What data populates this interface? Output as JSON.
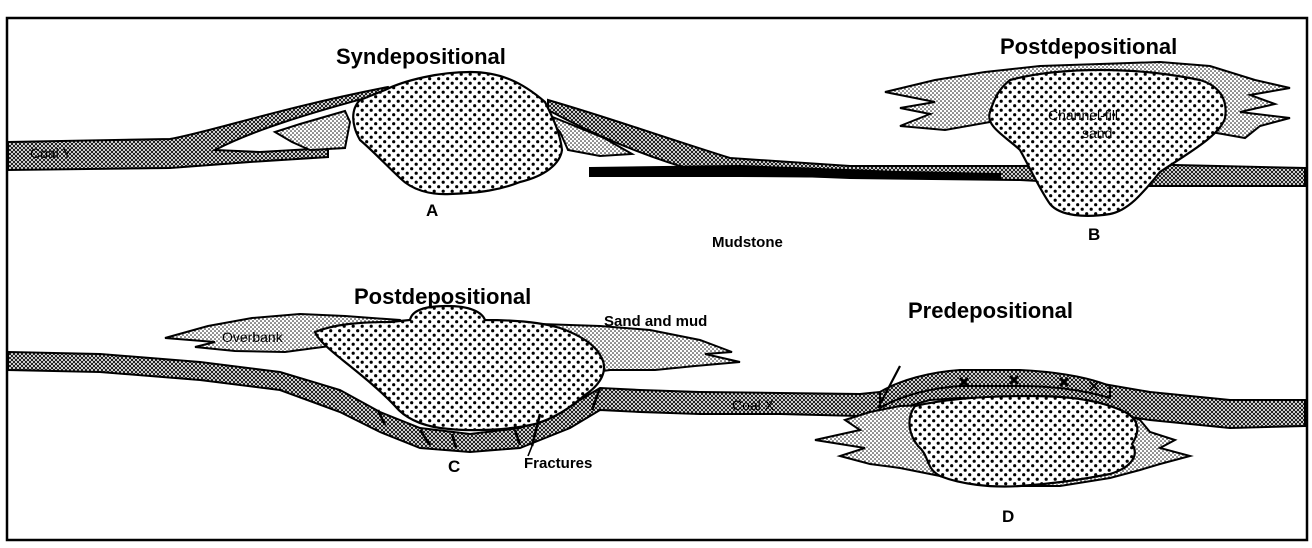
{
  "headings": {
    "syndepositional": "Syndepositional",
    "postdepositional_upper": "Postdepositional",
    "postdepositional_lower": "Postdepositional",
    "predepositional": "Predepositional"
  },
  "units": {
    "coal_y": "Coal Y",
    "coal_x": "Coal X",
    "mudstone": "Mudstone",
    "channel_fill_line1": "Channel-fill",
    "channel_fill_line2": "sand",
    "overbank": "Overbank",
    "sand_and_mud": "Sand and mud",
    "fractures": "Fractures"
  },
  "sites": {
    "a": "A",
    "b": "B",
    "c": "C",
    "d": "D"
  },
  "colors": {
    "ink": "#000000",
    "paper": "#ffffff"
  }
}
